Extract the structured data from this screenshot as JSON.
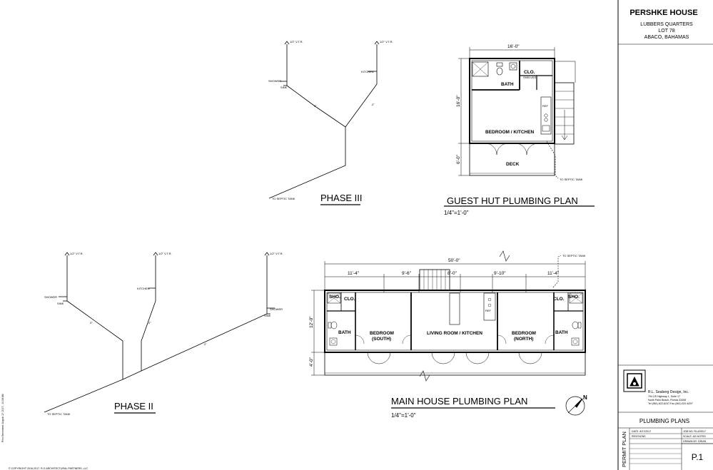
{
  "title_block": {
    "project": "PERSHKE HOUSE",
    "address_lines": [
      "LUBBERS QUARTERS",
      "LOT 78",
      "ABACO, BAHAMAS"
    ],
    "firm": "R.L. Seaberg Design, Inc.",
    "firm_lines": [
      "794 US Highway 1, Suite 17",
      "North Palm Beach, Florida 33408",
      "Tel (561) 622-6247  Fax (561) 622-6207"
    ],
    "sheet_title": "PLUMBING PLANS",
    "stamp": "PERMIT PLAN",
    "date": "DATE: 8/17/2017",
    "revisions": "REVISIONS",
    "job_no": "JOB NO: RL420017",
    "scale": "SCALE: AS NOTED",
    "drawn_by": "DRAWN BY: DRIAN",
    "sheet_no": "P.1"
  },
  "copyright": "© COPYRIGHT 2016-2017, R.G ARCHITECTURAL PARTNERS, LLC",
  "side_note": "Print Generated: August 17, 2017 - 10:28 AM",
  "phase3": {
    "title": "PHASE III",
    "vtr_left": "1/2\" V.T.R.",
    "vtr_right": "1/2\" V.T.R.",
    "kitchen": "KITCHEN",
    "shower": "SHOWER",
    "sink": "SINK",
    "pipe_3": "3\"",
    "pipe_2": "2\"",
    "septic": "TO SEPTIC TANK"
  },
  "phase2": {
    "title": "PHASE II",
    "vtr_1": "1/2\" V.T.R.",
    "vtr_2": "1/2\" V.T.R.",
    "vtr_3": "1/2\" V.T.R.",
    "kitchen": "KITCHEN",
    "shower_left": "SHOWER",
    "sink_left": "SINK",
    "shower_right": "SHOWER",
    "sink_right": "SINK",
    "pipe_3": "3\"",
    "pipe_2a": "2\"",
    "pipe_2b": "2\"",
    "septic": "TO SEPTIC TANK"
  },
  "guest_hut": {
    "title": "GUEST HUT PLUMBING PLAN",
    "scale": "1/4\"=1'-0\"",
    "dim_width": "16'-0\"",
    "dim_depth": "16'-0\"",
    "dim_deck": "6'-0\"",
    "rooms": {
      "bath": "BATH",
      "closet": "CLO.",
      "shelves": "SHELVES",
      "bedroom": "BEDROOM / KITCHEN",
      "deck": "DECK"
    },
    "septic": "TO SEPTIC TANK",
    "appliance": "REF"
  },
  "main_house": {
    "title": "MAIN HOUSE PLUMBING PLAN",
    "scale": "1/4\"=1'-0\"",
    "dim_total": "50'-0\"",
    "dims": [
      "11'-4\"",
      "9'-6\"",
      "8'-0\"",
      "9'-10\"",
      "11'-4\""
    ],
    "dim_house": "12'-0\"",
    "dim_porch": "4'-0\"",
    "rooms": {
      "sho_left": "SHO.",
      "clo_left": "CLO.",
      "bath_left": "BATH",
      "bed_south_1": "BEDROOM",
      "bed_south_2": "(SOUTH)",
      "living": "LIVING ROOM / KITCHEN",
      "bed_north_1": "BEDROOM",
      "bed_north_2": "(NORTH)",
      "clo_right": "CLO.",
      "sho_right": "SHO.",
      "bath_right": "BATH"
    },
    "septic": "TO SEPTIC TANK",
    "appliance": "REF",
    "north": "N"
  }
}
